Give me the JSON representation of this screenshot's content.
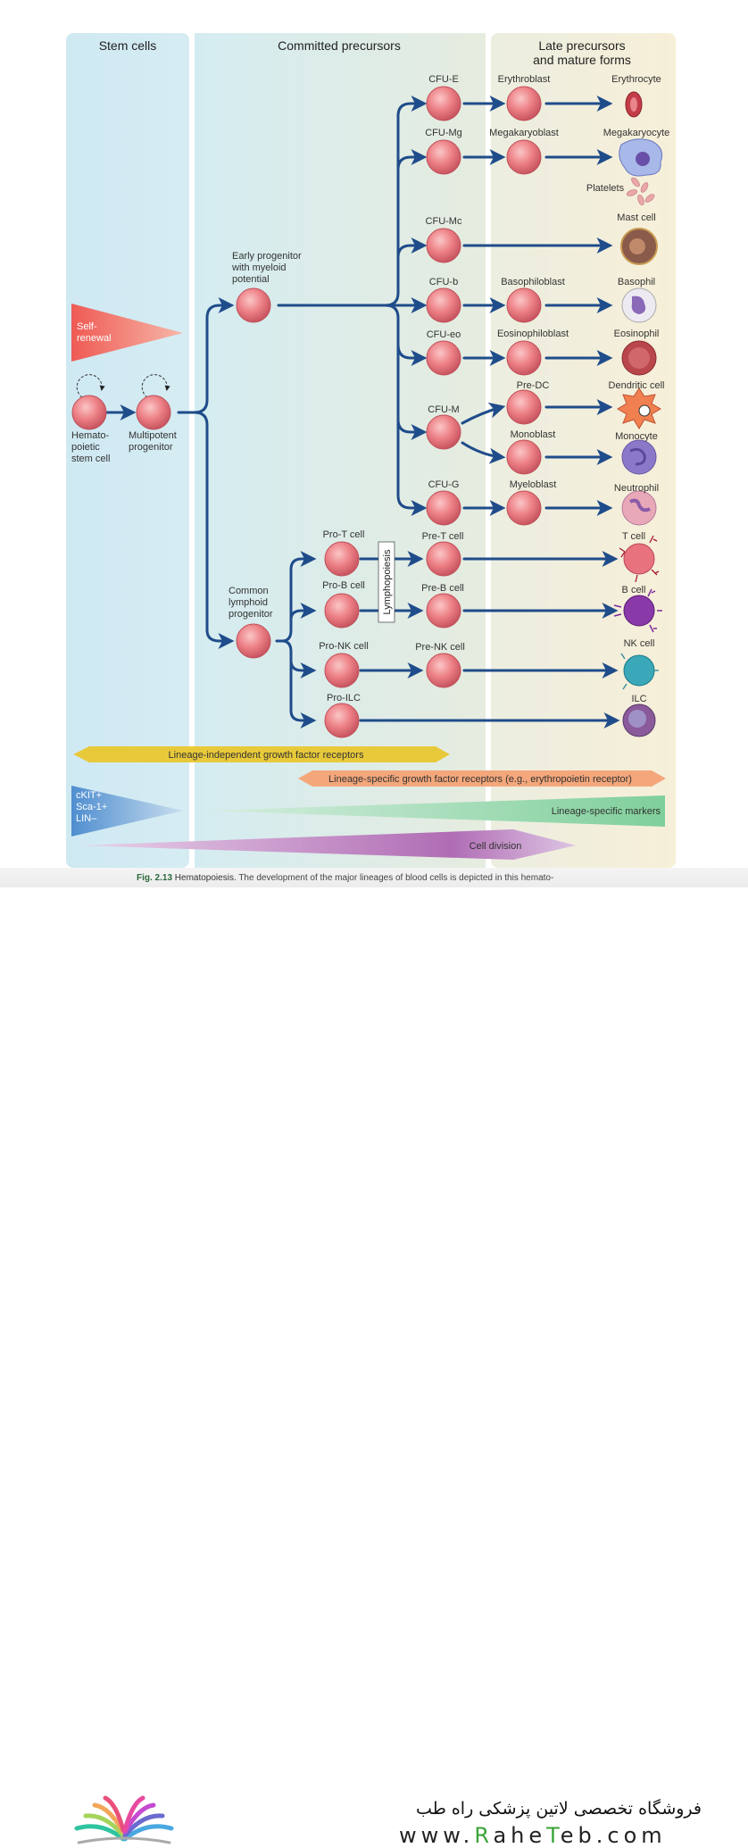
{
  "columns": {
    "stem": "Stem cells",
    "committed": "Committed precursors",
    "late_line1": "Late precursors",
    "late_line2": "and mature forms"
  },
  "stem_cells": {
    "hsc": [
      "Hemato-",
      "poietic",
      "stem cell"
    ],
    "mpp": [
      "Multipotent",
      "progenitor"
    ],
    "self_renewal": [
      "Self-",
      "renewal"
    ]
  },
  "progenitors": {
    "myeloid": [
      "Early progenitor",
      "with myeloid",
      "potential"
    ],
    "lymphoid": [
      "Common",
      "lymphoid",
      "progenitor"
    ]
  },
  "myeloid_rows": [
    {
      "cfu": "CFU-E",
      "blast": "Erythroblast",
      "mature": "Erythrocyte"
    },
    {
      "cfu": "CFU-Mg",
      "blast": "Megakaryoblast",
      "mature": "Megakaryocyte",
      "extra": "Platelets"
    },
    {
      "cfu": "CFU-Mc",
      "blast": "",
      "mature": "Mast cell"
    },
    {
      "cfu": "CFU-b",
      "blast": "Basophiloblast",
      "mature": "Basophil"
    },
    {
      "cfu": "CFU-eo",
      "blast": "Eosinophiloblast",
      "mature": "Eosinophil"
    },
    {
      "cfu": "CFU-M",
      "blast": "Pre-DC",
      "mature": "Dendritic cell",
      "blast2": "Monoblast",
      "mature2": "Monocyte"
    },
    {
      "cfu": "CFU-G",
      "blast": "Myeloblast",
      "mature": "Neutrophil"
    }
  ],
  "lymphoid_rows": [
    {
      "pro": "Pro-T cell",
      "pre": "Pre-T cell",
      "mature": "T cell"
    },
    {
      "pro": "Pro-B cell",
      "pre": "Pre-B cell",
      "mature": "B cell"
    },
    {
      "pro": "Pro-NK cell",
      "pre": "Pre-NK cell",
      "mature": "NK cell"
    },
    {
      "pro": "Pro-ILC",
      "pre": "",
      "mature": "ILC"
    }
  ],
  "lymphopoiesis": "Lymphopoiesis",
  "bands": {
    "lineage_independent": "Lineage-independent growth factor receptors",
    "lineage_specific_gf": "Lineage-specific growth factor receptors (e.g., erythropoietin receptor)",
    "markers_stem": [
      "cKIT+",
      "Sca-1+",
      "LIN–"
    ],
    "lineage_markers": "Lineage-specific markers",
    "cell_division": "Cell division"
  },
  "caption": {
    "label": "Fig. 2.13",
    "title": "Hematopoiesis.",
    "text": "The development of the major lineages of blood cells is depicted in this hemato-"
  },
  "footer": {
    "shop": "فروشگاه تخصصی لاتین پزشکی  راه طب",
    "url_pre": "www.",
    "url_r": "R",
    "url_mid": "ahe",
    "url_t": "T",
    "url_post": "eb.com"
  },
  "colors": {
    "arrow": "#1f4c8a",
    "cell": "#e9767c",
    "stem_bg": "#d2ebf3",
    "late_bg": "#f6f0dc"
  }
}
